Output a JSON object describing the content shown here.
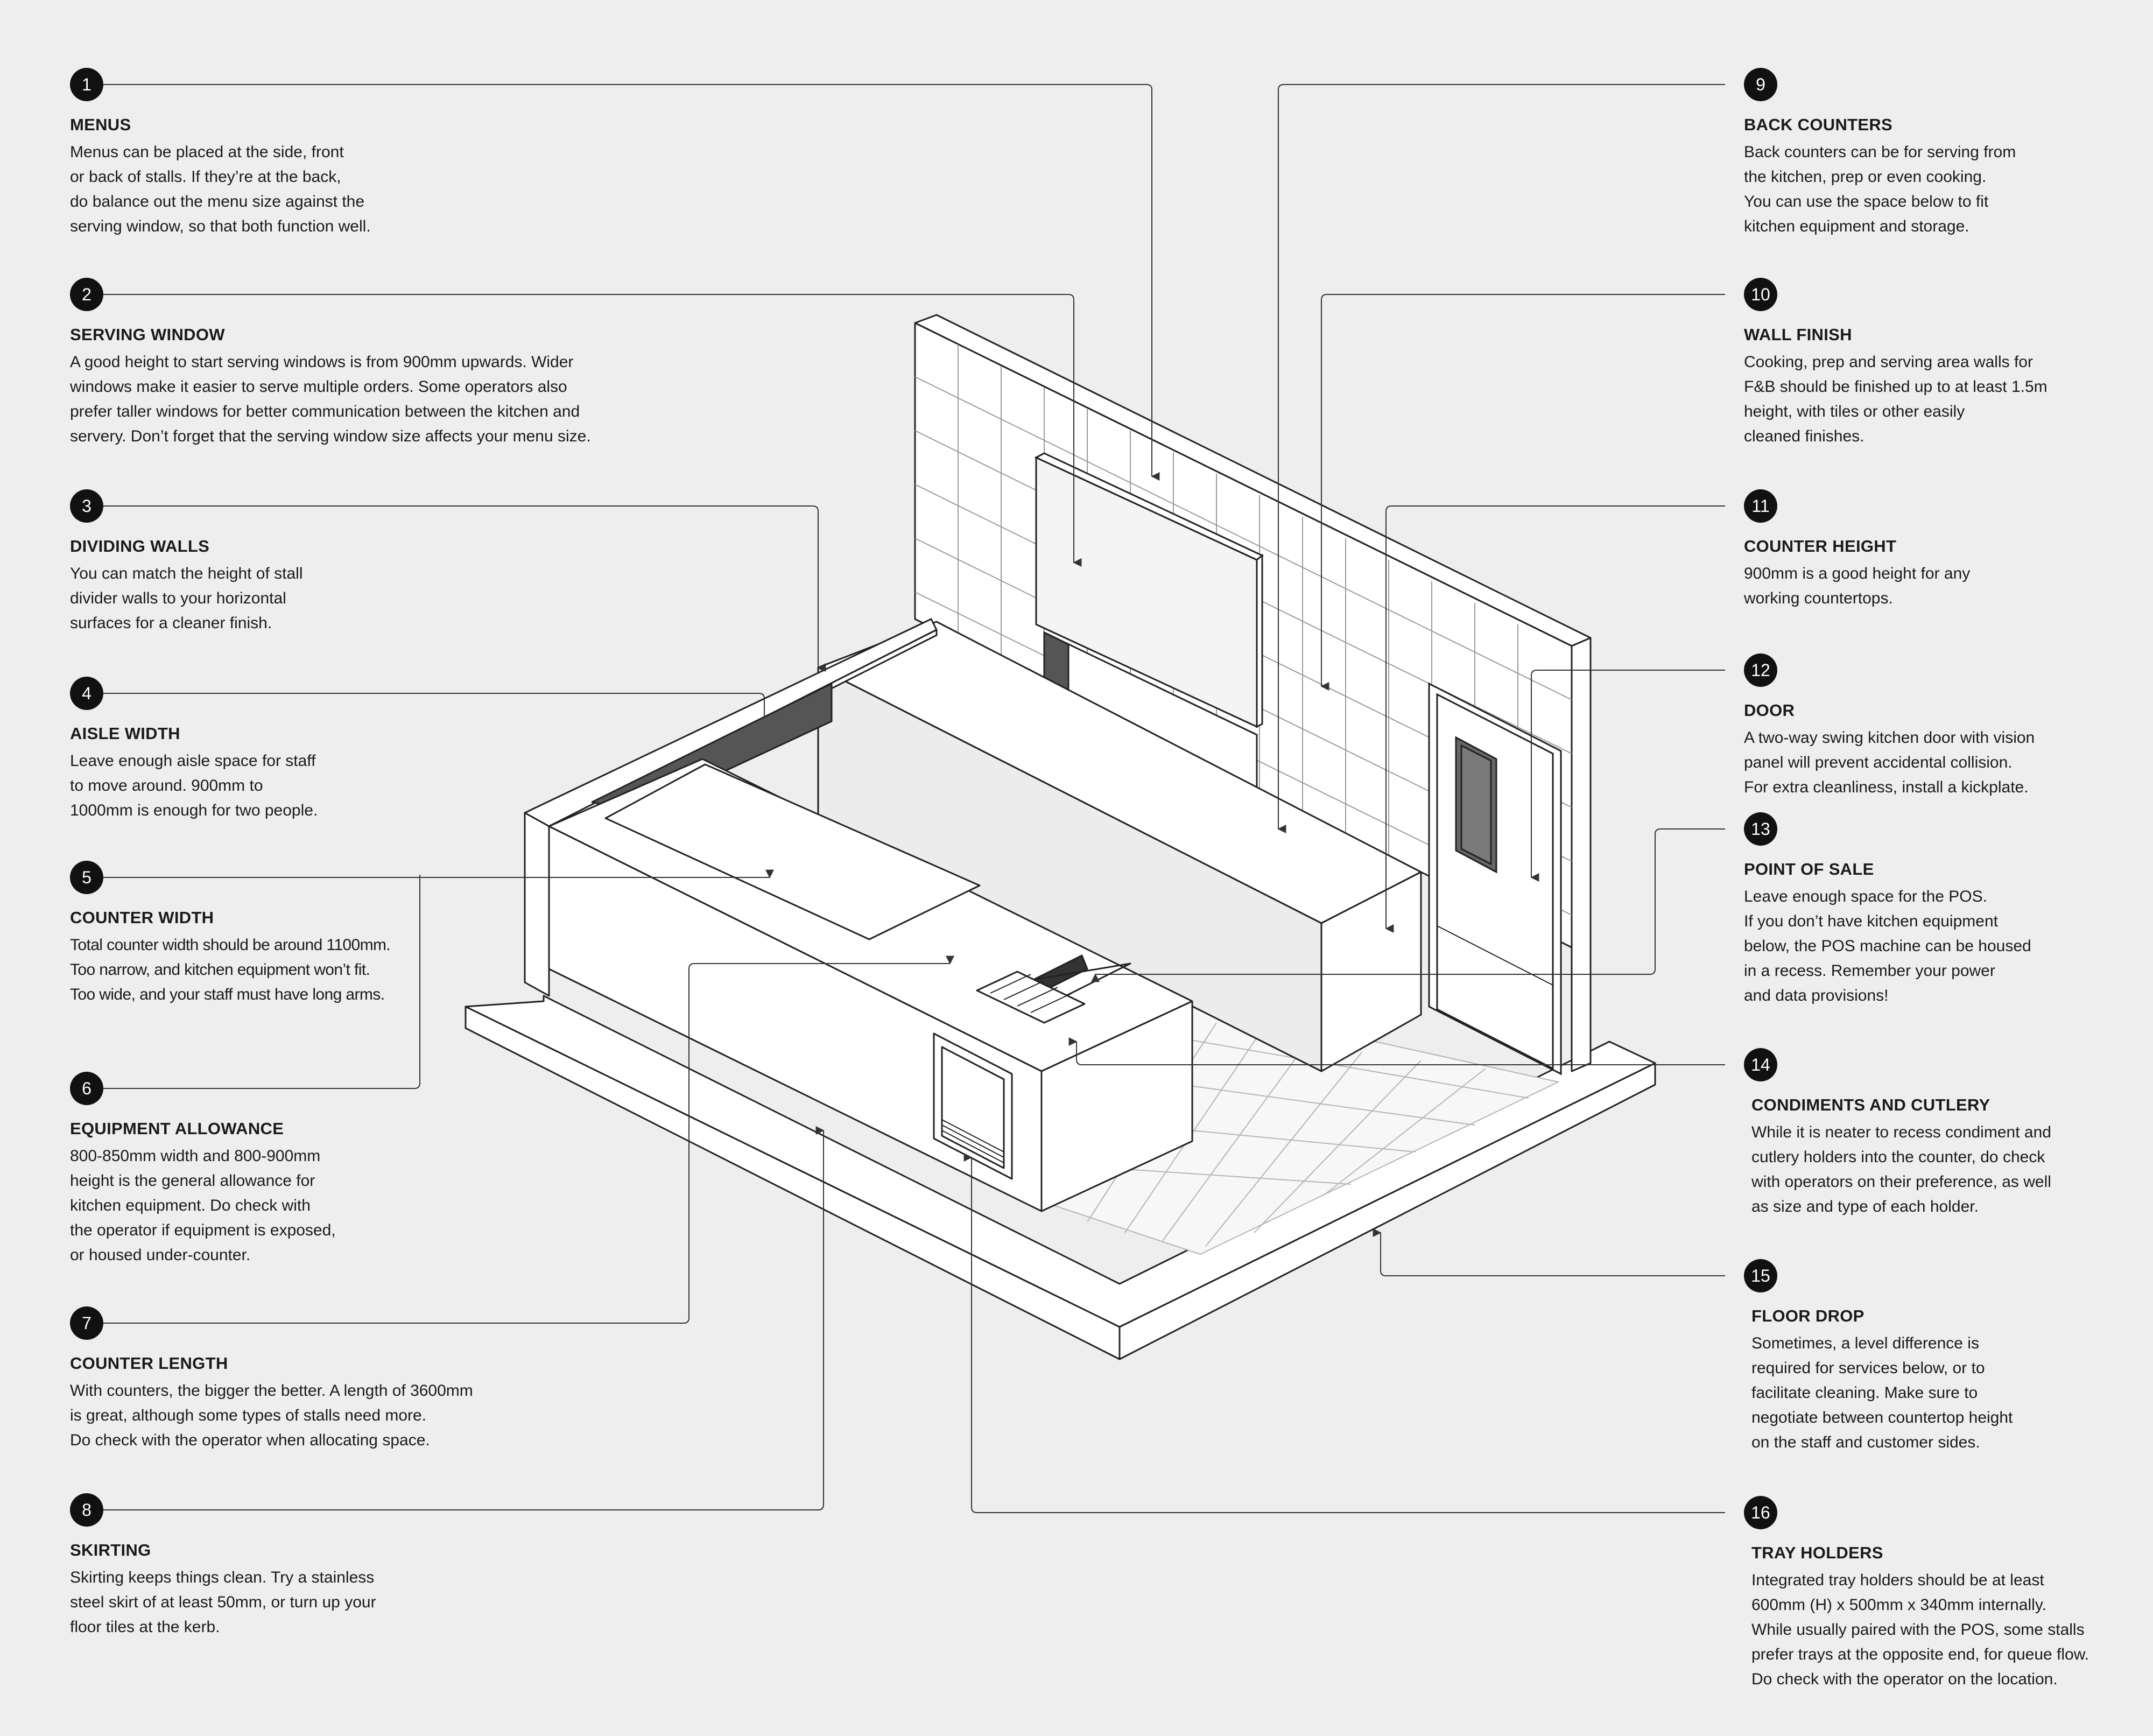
{
  "callouts": [
    {
      "num": "1",
      "title": "MENUS",
      "lines": [
        "Menus can be placed at the side, front",
        "or back of stalls. If they’re at the back,",
        "do balance out the menu size against the",
        "serving window, so that both function well."
      ]
    },
    {
      "num": "2",
      "title": "SERVING WINDOW",
      "lines": [
        "A good height to start serving windows is from 900mm upwards. Wider",
        "windows make it easier to serve multiple orders. Some operators also",
        "prefer taller windows for better communication between the kitchen and",
        "servery. Don’t forget that the serving window size affects your menu size."
      ]
    },
    {
      "num": "3",
      "title": "DIVIDING WALLS",
      "lines": [
        "You can match the height of stall",
        "divider walls to your horizontal",
        "surfaces for a cleaner finish."
      ]
    },
    {
      "num": "4",
      "title": "AISLE WIDTH",
      "lines": [
        "Leave enough aisle space for staff",
        "to move around. 900mm to",
        "1000mm is enough for two people."
      ]
    },
    {
      "num": "5",
      "title": "COUNTER WIDTH",
      "lines": [
        "Total counter width should be around 1100mm.",
        "Too narrow, and kitchen equipment won’t fit.",
        "Too wide, and your staff must have long arms."
      ]
    },
    {
      "num": "6",
      "title": "EQUIPMENT ALLOWANCE",
      "lines": [
        "800-850mm width and 800-900mm",
        "height is the general allowance for",
        "kitchen equipment. Do check with",
        "the operator if equipment is exposed,",
        "or housed under-counter."
      ]
    },
    {
      "num": "7",
      "title": "COUNTER LENGTH",
      "lines": [
        "With counters, the bigger the better. A length of 3600mm",
        "is great, although some types of stalls need more.",
        "Do check with the operator when allocating space."
      ]
    },
    {
      "num": "8",
      "title": "SKIRTING",
      "lines": [
        "Skirting keeps things clean. Try a stainless",
        "steel skirt of at least 50mm, or turn up your",
        "floor tiles at the kerb."
      ]
    },
    {
      "num": "9",
      "title": "BACK COUNTERS",
      "lines": [
        "Back counters can be for serving from",
        "the kitchen, prep or even cooking.",
        "You can use the space below to fit",
        "kitchen equipment and storage."
      ]
    },
    {
      "num": "10",
      "title": "WALL FINISH",
      "lines": [
        "Cooking, prep and serving area walls for",
        "F&B should be finished up to at least 1.5m",
        "height, with tiles or other easily",
        "cleaned finishes."
      ]
    },
    {
      "num": "11",
      "title": "COUNTER HEIGHT",
      "lines": [
        "900mm is a good height for any",
        "working countertops."
      ]
    },
    {
      "num": "12",
      "title": "DOOR",
      "lines": [
        "A two-way swing kitchen door with vision",
        "panel will prevent accidental collision.",
        "For extra cleanliness, install a kickplate."
      ]
    },
    {
      "num": "13",
      "title": "POINT OF SALE",
      "lines": [
        "Leave enough space for the POS.",
        "If you don’t have kitchen equipment",
        "below, the POS machine can be housed",
        "in a recess. Remember your power",
        "and data provisions!"
      ]
    },
    {
      "num": "14",
      "title": "CONDIMENTS AND CUTLERY",
      "lines": [
        "While it is neater to recess condiment and",
        "cutlery holders into the counter, do check",
        "with operators on their preference, as well",
        "as size and type of each holder."
      ]
    },
    {
      "num": "15",
      "title": "FLOOR DROP",
      "lines": [
        "Sometimes, a level difference is",
        "required for services below, or to",
        "facilitate cleaning. Make sure to",
        "negotiate between countertop height",
        "on the staff and customer sides."
      ]
    },
    {
      "num": "16",
      "title": "TRAY HOLDERS",
      "lines": [
        "Integrated tray holders should be at least",
        "600mm (H) x 500mm x 340mm internally.",
        "While usually paired with the POS, some stalls",
        "prefer trays at the opposite end, for queue flow.",
        "Do check with the operator on the location."
      ]
    }
  ]
}
